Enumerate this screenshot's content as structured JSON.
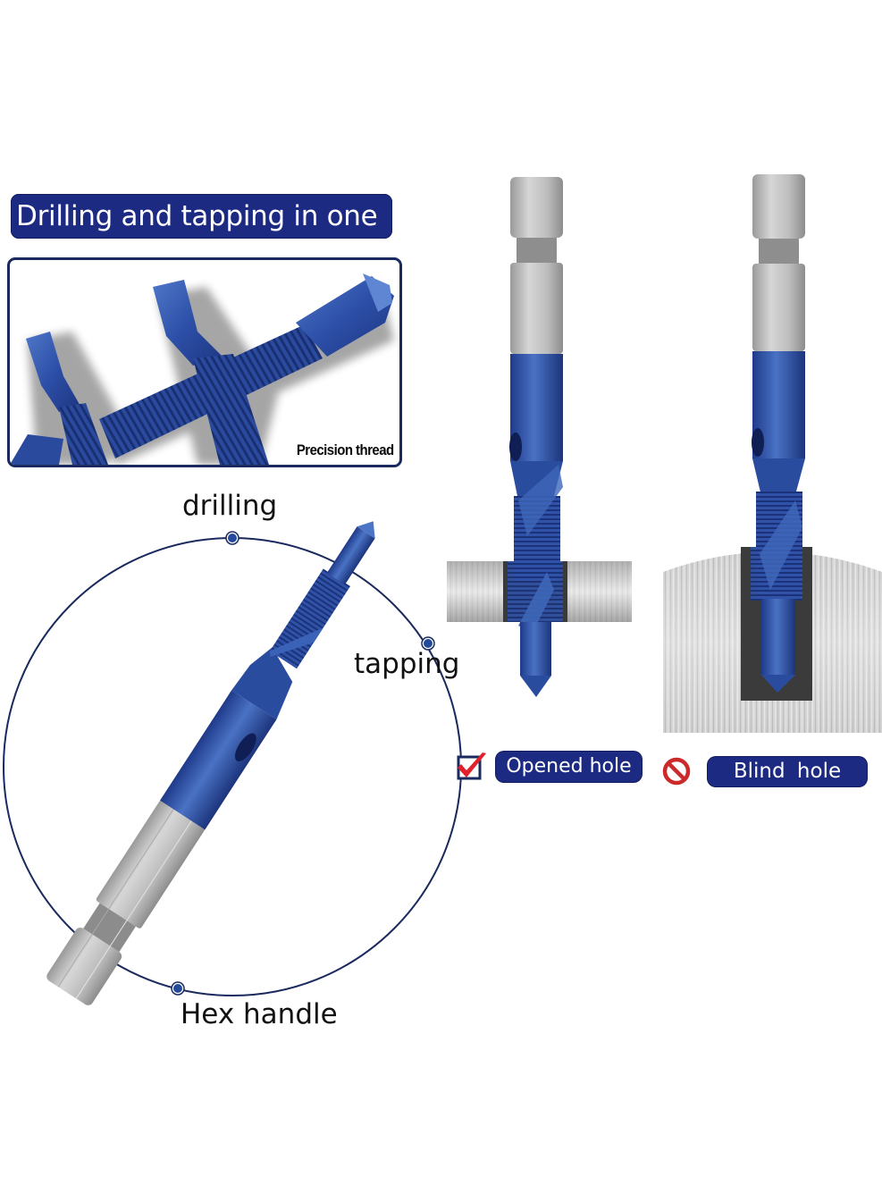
{
  "header": {
    "title": "Drilling and tapping in one"
  },
  "thread_panel": {
    "label": "Precision thread"
  },
  "feature_circle": {
    "labels": {
      "top": "drilling",
      "right": "tapping",
      "bottom": "Hex handle"
    }
  },
  "hole_types": {
    "opened": {
      "label": "Opened hole",
      "status_icon": "check-icon"
    },
    "blind": {
      "label": "Blind  hole",
      "status_icon": "prohibited-icon"
    }
  },
  "colors": {
    "banner_blue": "#1c2a82",
    "bit_blue": "#2d4fa8",
    "steel_gray": "#b9b9b9",
    "circle_line": "#1b2a5e",
    "check_red": "#e0202a",
    "prohibit_red": "#cc2a2a"
  }
}
